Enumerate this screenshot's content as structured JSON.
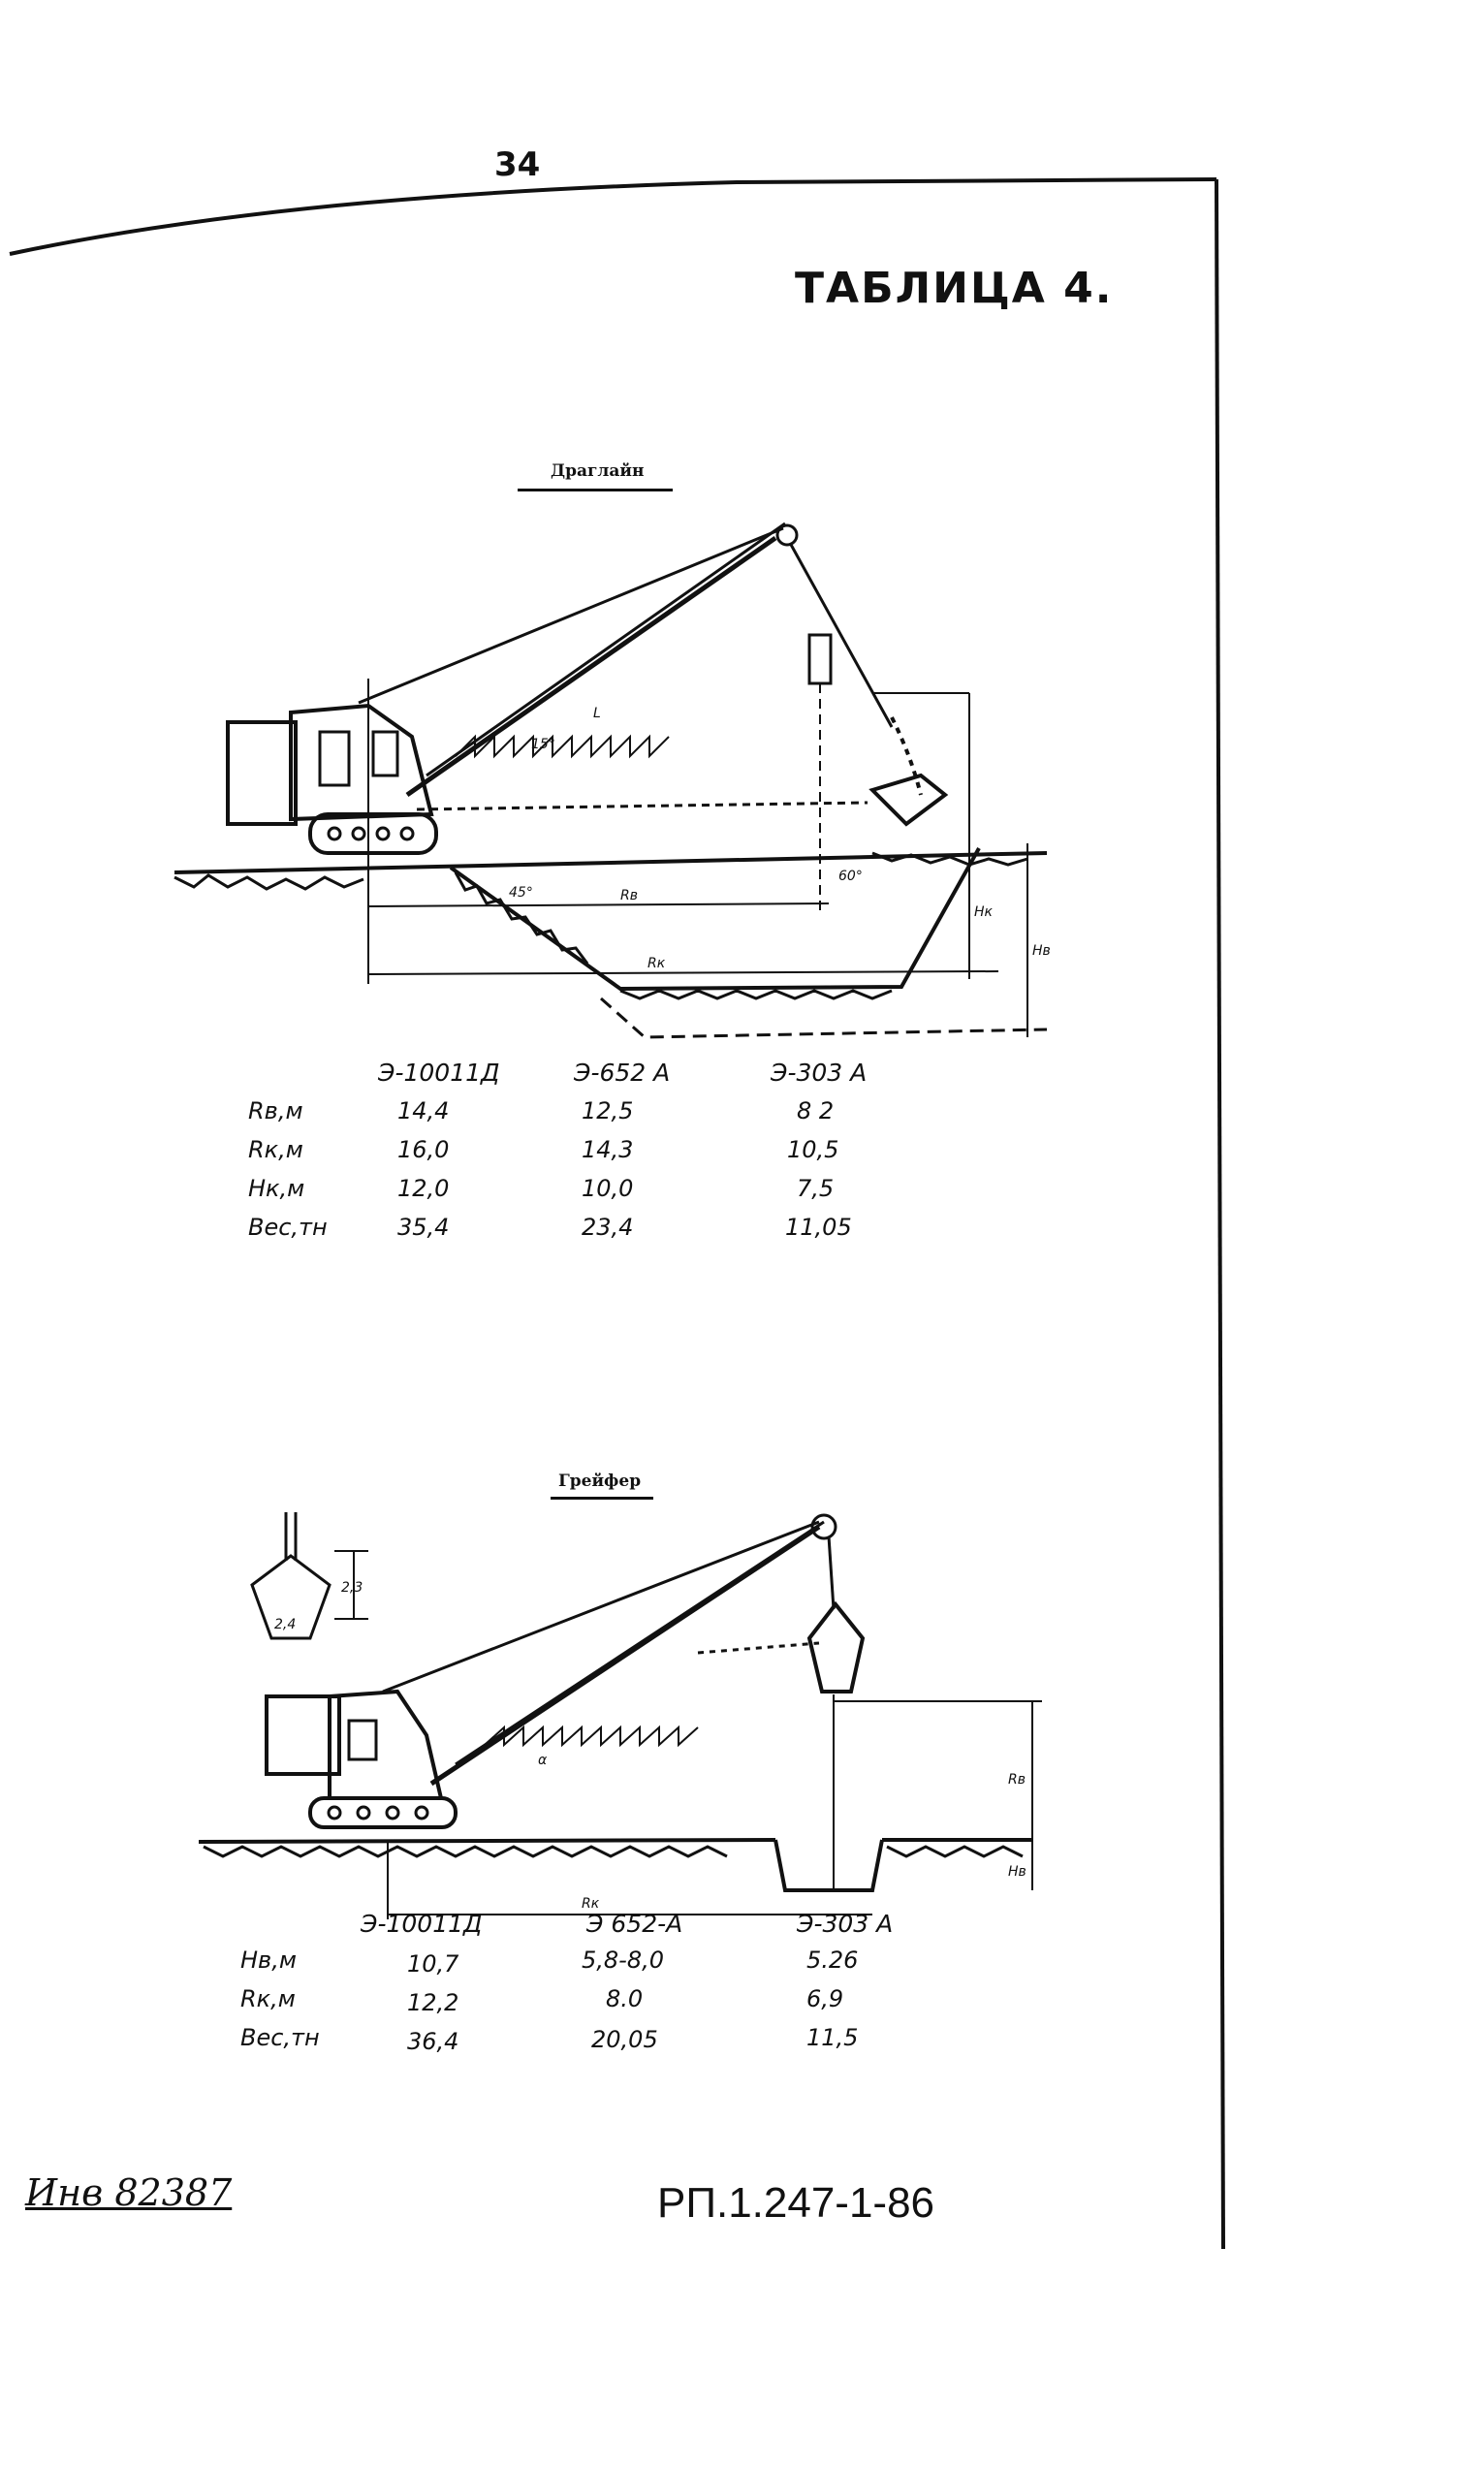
{
  "page_number": "34",
  "table_title": "ТАБЛИЦА 4.",
  "dragline": {
    "title": "Драглайн",
    "diagram_labels": {
      "angle1": "15°",
      "angle2": "45°",
      "angle3": "60°",
      "rv": "Rв",
      "rk": "Rк",
      "hk": "Hк",
      "hv": "Hв",
      "l": "L"
    },
    "columns": [
      "Э-10011Д",
      "Э-652 А",
      "Э-303 А"
    ],
    "rows": [
      {
        "label": "Rв,м",
        "values": [
          "14,4",
          "12,5",
          "8 2"
        ]
      },
      {
        "label": "Rк,м",
        "values": [
          "16,0",
          "14,3",
          "10,5"
        ]
      },
      {
        "label": "Hк,м",
        "values": [
          "12,0",
          "10,0",
          "7,5"
        ]
      },
      {
        "label": "Вес,тн",
        "values": [
          "35,4",
          "23,4",
          "11,05"
        ]
      }
    ]
  },
  "grab": {
    "title": "Грейфер",
    "diagram_labels": {
      "dim1": "2,3",
      "dim2": "2,4",
      "alpha": "α",
      "rk": "Rк",
      "hv": "Hв",
      "rv": "Rв"
    },
    "columns": [
      "Э-10011Д",
      "Э 652-А",
      "Э-303 А"
    ],
    "rows": [
      {
        "label": "Hв,м",
        "values": [
          "10,7",
          "5,8-8,0",
          "5.26"
        ]
      },
      {
        "label": "Rк,м",
        "values": [
          "12,2",
          "8.0",
          "6,9"
        ]
      },
      {
        "label": "Вес,тн",
        "values": [
          "36,4",
          "20,05",
          "11,5"
        ]
      }
    ]
  },
  "inventory_number": "Инв 82387",
  "document_code": "РП.1.247-1-86"
}
